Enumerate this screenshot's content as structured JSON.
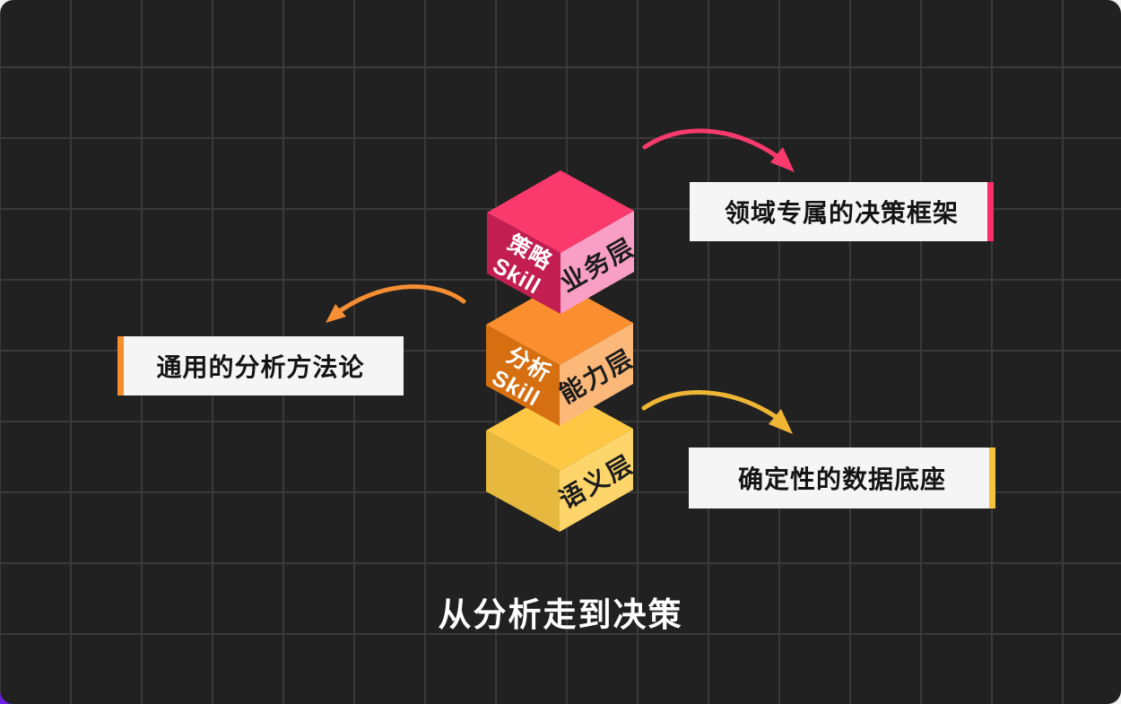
{
  "slide": {
    "title": "从分析走到决策",
    "background_color": "#212121",
    "grid_line_color": "#3a3a3a",
    "corner_accent_color": "#6b21e8"
  },
  "cubes": [
    {
      "name": "business-layer",
      "left_face_line1": "策略",
      "left_face_line2": "Skill",
      "right_face_label": "业务层",
      "top_color": "#FA3A6D",
      "left_color": "#C31E52",
      "right_color": "#F99FC6"
    },
    {
      "name": "capability-layer",
      "left_face_line1": "分析",
      "left_face_line2": "Skill",
      "right_face_label": "能力层",
      "top_color": "#FB8E2E",
      "left_color": "#D66F10",
      "right_color": "#FBB878"
    },
    {
      "name": "semantic-layer",
      "right_face_label": "语义层",
      "top_color": "#FEC844",
      "left_color": "#E6B83E",
      "right_color": "#FDD56A"
    }
  ],
  "callouts": [
    {
      "label": "领域专属的决策框架",
      "accent_color": "#FB2E68",
      "accent_side": "right"
    },
    {
      "label": "通用的分析方法论",
      "accent_color": "#F78E2B",
      "accent_side": "left"
    },
    {
      "label": "确定性的数据底座",
      "accent_color": "#F6C33F",
      "accent_side": "right"
    }
  ],
  "arrows": [
    {
      "name": "arrow-to-decision-framework",
      "color": "#F93A6D",
      "direction": "right"
    },
    {
      "name": "arrow-to-analysis-methodology",
      "color": "#F78E33",
      "direction": "left"
    },
    {
      "name": "arrow-to-data-foundation",
      "color": "#EFB636",
      "direction": "right"
    }
  ]
}
